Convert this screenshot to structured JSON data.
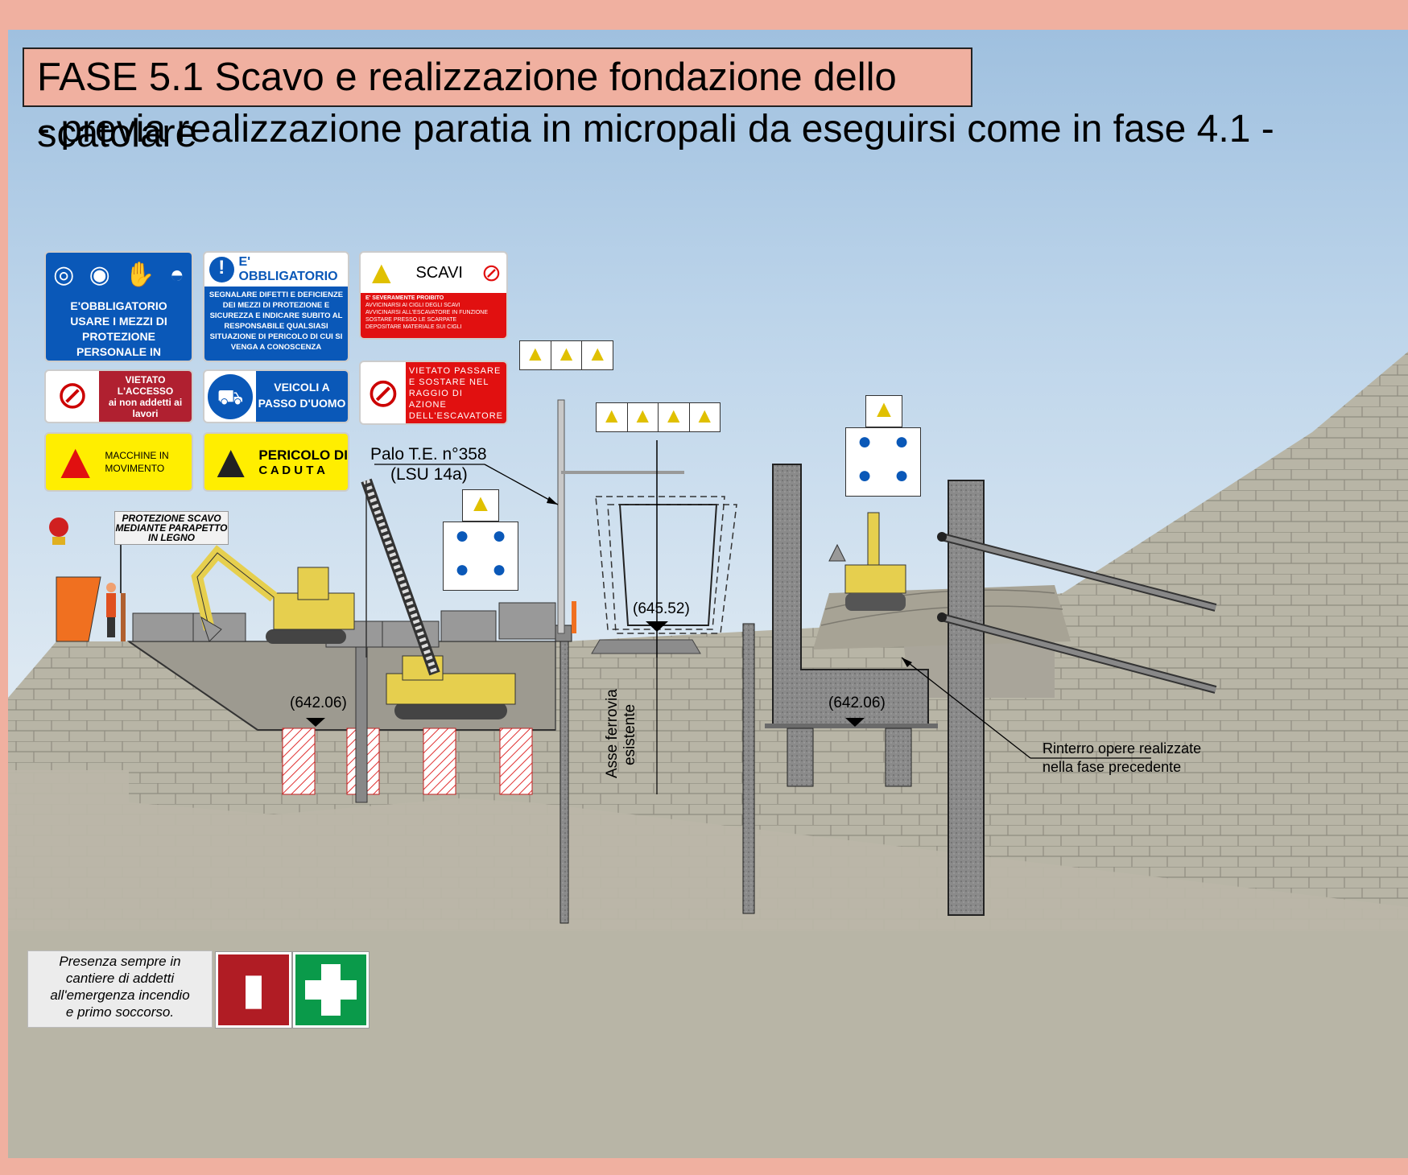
{
  "title": "FASE 5.1 Scavo e realizzazione fondazione dello scatolare",
  "subtitle": "- previa realizzazione paratia in micropali da eseguirsi come in fase 4.1 -",
  "signs": {
    "ppe": "E'OBBLIGATORIO USARE I MEZZI DI PROTEZIONE PERSONALE IN DOTAZIONE A CIASCUNO",
    "mandatory_title": "E' OBBLIGATORIO",
    "mandatory_text": "SEGNALARE DIFETTI E DEFICIENZE DEI MEZZI DI PROTEZIONE E SICUREZZA E INDICARE SUBITO AL RESPONSABILE QUALSIASI SITUAZIONE DI PERICOLO DI CUI SI VENGA A CONOSCENZA",
    "scavi_title": "SCAVI",
    "scavi_heading": "E' SEVERAMENTE PROIBITO",
    "scavi_items": [
      "AVVICINARSI AI CIGLI DEGLI SCAVI",
      "AVVICINARSI ALL'ESCAVATORE IN FUNZIONE",
      "SOSTARE PRESSO LE SCARPATE",
      "DEPOSITARE MATERIALE SUI CIGLI"
    ],
    "no_access": "VIETATO L'ACCESSO",
    "no_access_sub": "ai non addetti ai lavori",
    "vehicles": "VEICOLI A PASSO D'UOMO",
    "excavator_radius": "VIETATO PASSARE E SOSTARE NEL RAGGIO DI AZIONE DELL'ESCAVATORE",
    "moving_machines": "MACCHINE IN MOVIMENTO",
    "fall_danger_1": "PERICOLO DI",
    "fall_danger_2": "C A D U T A"
  },
  "annotations": {
    "parapet": [
      "PROTEZIONE SCAVO",
      "MEDIANTE PARAPETTO",
      "IN LEGNO"
    ],
    "pole_1": "Palo T.E. n°358",
    "pole_2": "(LSU 14a)",
    "elev_rail": "(645.52)",
    "elev_left": "(642.06)",
    "elev_right": "(642.06)",
    "axis_1": "Asse ferrovia",
    "axis_2": "esistente",
    "backfill_1": "Rinterro opere realizzate",
    "backfill_2": "nella fase precedente"
  },
  "emergency_note": [
    "Presenza sempre in",
    "cantiere di addetti",
    "all'emergenza incendio",
    "e primo soccorso."
  ],
  "colors": {
    "frame": "#f0b0a0",
    "ground": "#b8b5a6",
    "excavation": "#9d9a90",
    "concrete": "#7a7a7a",
    "machine": "#e6cf4e",
    "sign_blue": "#0a58b8",
    "sign_red": "#e11010",
    "sign_yellow": "#ffee00"
  }
}
